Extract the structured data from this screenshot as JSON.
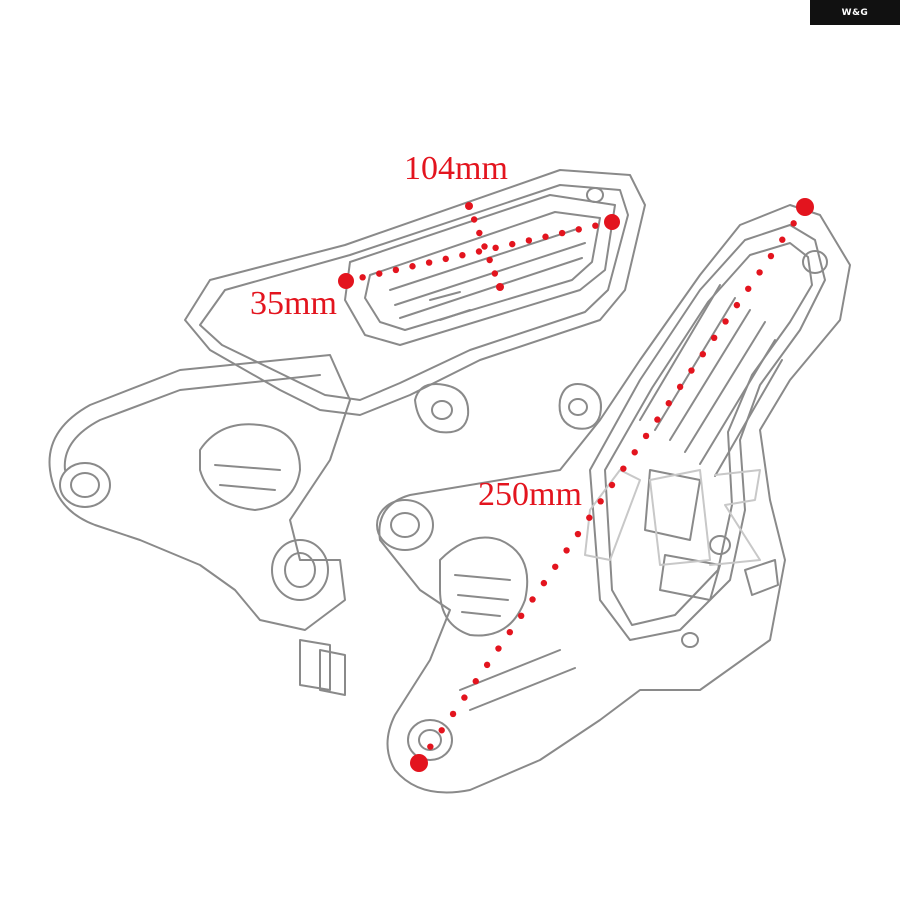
{
  "brand": {
    "badge_text": "W&G"
  },
  "dimensions": {
    "width": "104mm",
    "depth": "35mm",
    "length": "250mm"
  },
  "colors": {
    "marker": "#e3141e",
    "outline": "#8a8a8a",
    "label": "#e3141e",
    "badge_bg": "#111111"
  }
}
